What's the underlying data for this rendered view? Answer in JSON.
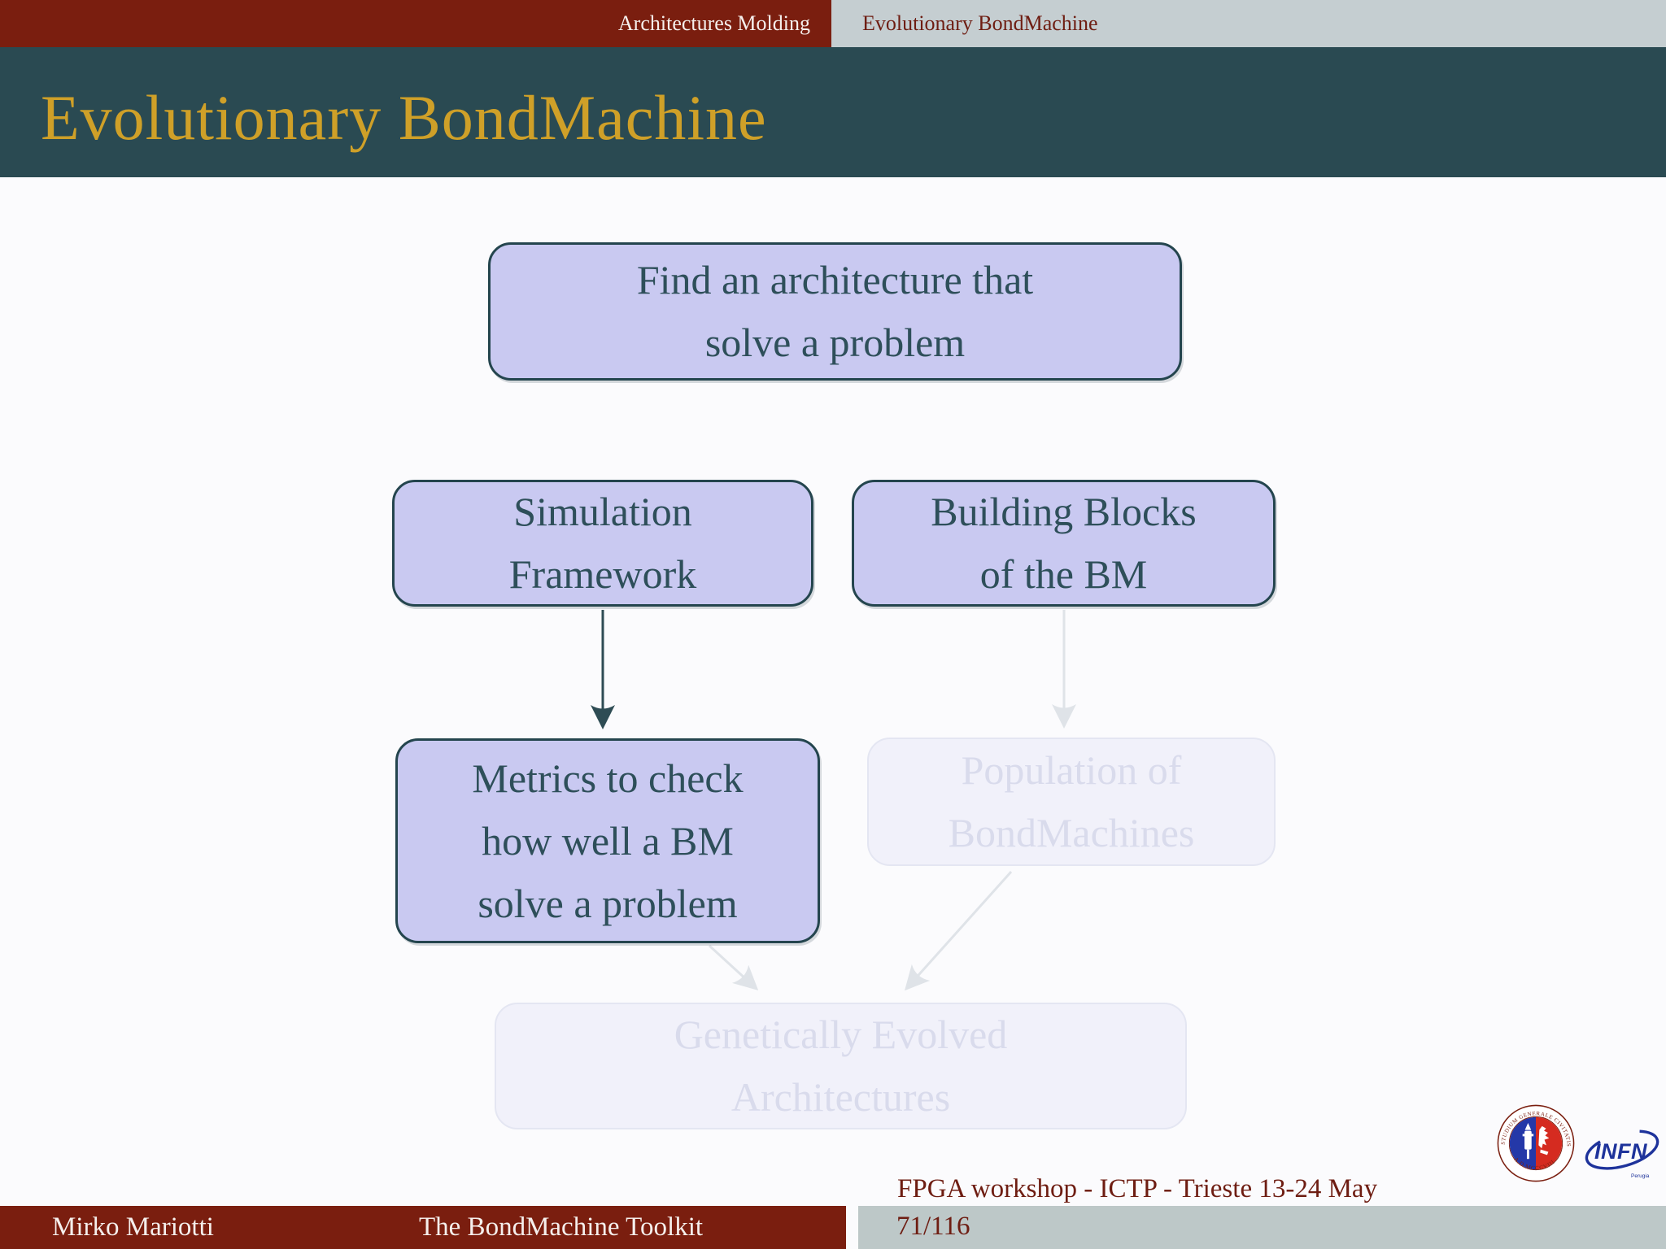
{
  "topbar": {
    "section": "Architectures Molding",
    "subsection": "Evolutionary BondMachine"
  },
  "header": {
    "title": "Evolutionary BondMachine"
  },
  "flowchart": {
    "boxes": [
      {
        "id": "find-architecture",
        "emphasis": "normal",
        "lines": [
          "Find an architecture that",
          "solve a problem"
        ]
      },
      {
        "id": "simulation-framework",
        "emphasis": "normal",
        "lines": [
          "Simulation",
          "Framework"
        ]
      },
      {
        "id": "building-blocks",
        "emphasis": "normal",
        "lines": [
          "Building Blocks",
          "of the BM"
        ]
      },
      {
        "id": "metrics",
        "emphasis": "normal",
        "lines": [
          "Metrics to check",
          "how well a BM",
          "solve a problem"
        ]
      },
      {
        "id": "population",
        "emphasis": "faded",
        "lines": [
          "Population of",
          "BondMachines"
        ]
      },
      {
        "id": "genetically-evolved",
        "emphasis": "faded",
        "lines": [
          "Genetically Evolved",
          "Architectures"
        ]
      }
    ],
    "edges": [
      {
        "from": "simulation-framework",
        "to": "metrics",
        "emphasis": "normal"
      },
      {
        "from": "building-blocks",
        "to": "population",
        "emphasis": "faded"
      },
      {
        "from": "metrics",
        "to": "genetically-evolved",
        "emphasis": "faded"
      },
      {
        "from": "population",
        "to": "genetically-evolved",
        "emphasis": "faded"
      }
    ]
  },
  "footer": {
    "author": "Mirko Mariotti",
    "deck_title": "The BondMachine Toolkit",
    "event": "FPGA workshop - ICTP - Trieste 13-24 May",
    "page": "71/116"
  },
  "logos": {
    "seal_motto": "STUDIUM GENERALE CIVITATIS PERUSII",
    "seal_year": "A.D.MCCCVIII",
    "infn_name": "INFN",
    "infn_city": "Perugia"
  },
  "colors": {
    "maroon": "#7a1e0f",
    "maroon_text": "#6e1d12",
    "teal": "#2a4a52",
    "gold": "#cfa028",
    "gray_band": "#c5ced1",
    "footer_gray": "#bdc8c8",
    "box_fill": "#c9c9f1",
    "box_border": "#24454e",
    "box_text": "#2e4f5a",
    "faded_fill": "#f1f1fa",
    "faded_border": "#e4e6f2",
    "faded_text": "#d9dbec",
    "arrow_dark": "#2e4c54",
    "arrow_faded": "#dfe3e8"
  }
}
